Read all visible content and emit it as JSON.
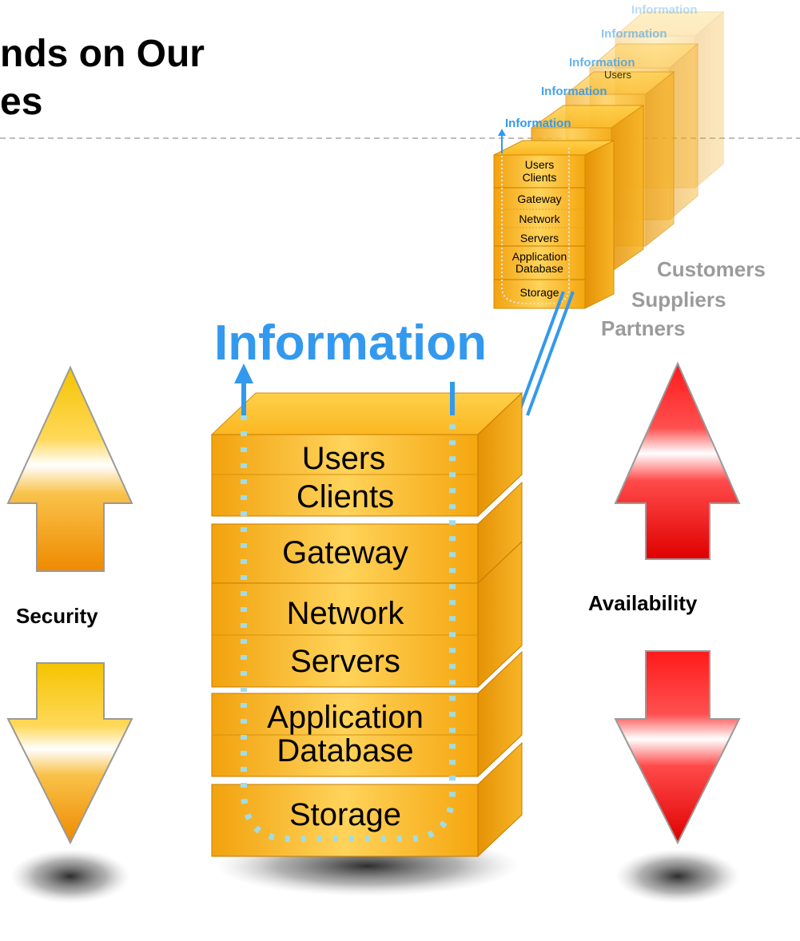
{
  "title": {
    "line1": "nds on Our",
    "line2": "es"
  },
  "main_stack": {
    "header": "Information",
    "layers": [
      "Users",
      "Clients",
      "Gateway",
      "Network",
      "Servers",
      "Application",
      "Database",
      "Storage"
    ]
  },
  "small_stack": {
    "header": "Information",
    "layers": [
      "Users",
      "Clients",
      "Gateway",
      "Network",
      "Servers",
      "Application",
      "Database",
      "Storage"
    ],
    "ghost_headers": [
      "Information",
      "Information",
      "Information",
      "Information"
    ],
    "ghost_users": "Users"
  },
  "groups": [
    "Customers",
    "Suppliers",
    "Partners"
  ],
  "security_label": "Security",
  "availability_label": "Availability",
  "colors": {
    "info_blue": "#3399ee",
    "stack_orange": "#f6b21d",
    "security_yellow": "#f5c400",
    "availability_red": "#ee1111",
    "group_grey": "#9b9b9b"
  }
}
